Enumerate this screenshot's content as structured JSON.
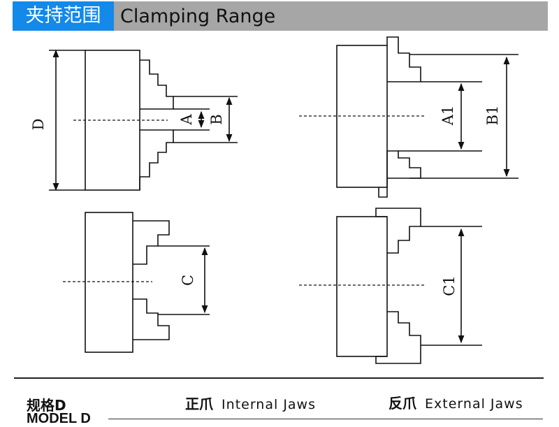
{
  "header": {
    "title_cn": "夹持范围",
    "title_en": "Clamping Range",
    "accent_color": "#1389e9",
    "bar_color": "#a6a6a6"
  },
  "diagram": {
    "labels": {
      "D": "D",
      "A": "A",
      "B": "B",
      "C": "C",
      "A1": "A1",
      "B1": "B1",
      "C1": "C1"
    }
  },
  "table": {
    "col1_cn": "规格D",
    "col1_en": "MODEL D",
    "col2_cn": "正爪",
    "col2_en": "Internal Jaws",
    "col3_cn": "反爪",
    "col3_en": "External Jaws"
  }
}
